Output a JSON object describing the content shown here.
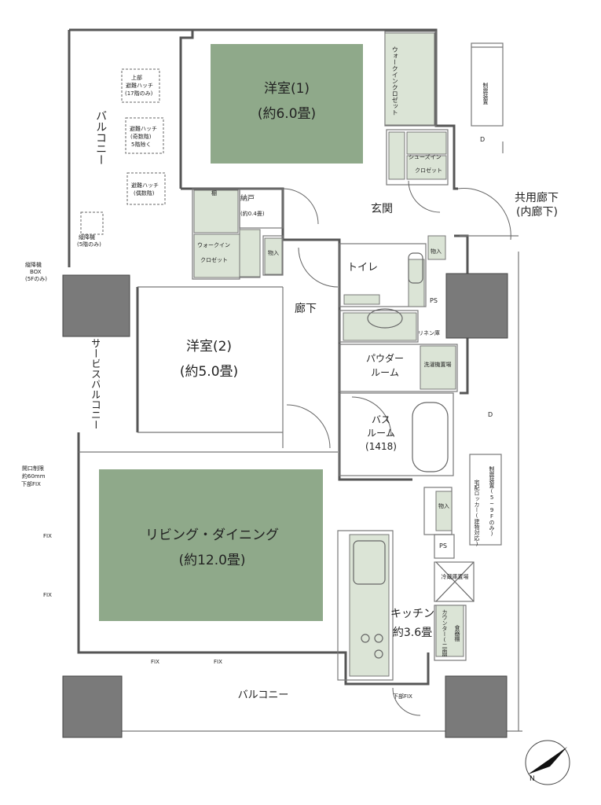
{
  "rooms": {
    "western1": {
      "name": "洋室(1)",
      "area": "(約6.0畳)"
    },
    "western2": {
      "name": "洋室(2)",
      "area": "(約5.0畳)"
    },
    "living": {
      "name": "リビング・ダイニング",
      "area": "(約12.0畳)"
    },
    "kitchen": {
      "name": "キッチン",
      "area": "約3.6畳"
    },
    "bath": {
      "line1": "バス",
      "line2": "ルーム",
      "line3": "(1418)"
    },
    "powder": {
      "line1": "パウダー",
      "line2": "ルーム"
    },
    "toilet": "トイレ",
    "entrance": "玄関",
    "corridor": "廊下",
    "balcony_left": "バルコニー",
    "balcony_service": "サービスバルコニー",
    "balcony_bottom": "バルコニー"
  },
  "storage": {
    "walkin_top": "ウォークインクロゼット",
    "walkin_left_1": "ウォークイン",
    "walkin_left_2": "クロゼット",
    "shoes_1": "シューズイン",
    "shoes_2": "クロゼット",
    "nando_1": "納戸",
    "nando_2": "(約0.4畳)",
    "shelf": "棚",
    "monoire": "物入",
    "linen": "リネン庫",
    "washer": "洗濯機置場",
    "ps": "PS",
    "fridge": "冷蔵庫置場",
    "dish_1": "食器棚",
    "dish_2": "カウンター(二面開き)"
  },
  "balcony_notes": {
    "hatch_upper_1": "上部",
    "hatch_upper_2": "避難ハッチ",
    "hatch_upper_3": "(17階のみ)",
    "hatch_mid_1": "避難ハッチ",
    "hatch_mid_2": "(奇数階)",
    "hatch_mid_3": "5階除く",
    "hatch_low_1": "避難ハッチ",
    "hatch_low_2": "(偶数階)",
    "ladder_1": "縦降機",
    "ladder_2": "(5階のみ)",
    "ladder_box_1": "縦降機",
    "ladder_box_2": "BOX",
    "ladder_box_3": "(5Fのみ)"
  },
  "exterior": {
    "hall_1": "共用廊下",
    "hall_2": "(内廊下)",
    "meter_top": "制震装置",
    "meter_right": "制震装置(5~9Fのみ)",
    "delivery": "宅配ロッカー(建物対応)",
    "d1": "D",
    "d2": "D",
    "opening_1": "開口制限",
    "opening_2": "約60mm",
    "opening_3": "下部FIX",
    "fix_1": "FIX",
    "fix_2": "FIX",
    "fix_3": "FIX",
    "fix_4": "FIX",
    "fix_bottom": "下部FIX",
    "north": "N"
  },
  "colors": {
    "room_fill": "#8fa98a",
    "storage_fill": "#dbe4d6",
    "wall": "#6a6a6a",
    "column": "#7a7a7a"
  }
}
